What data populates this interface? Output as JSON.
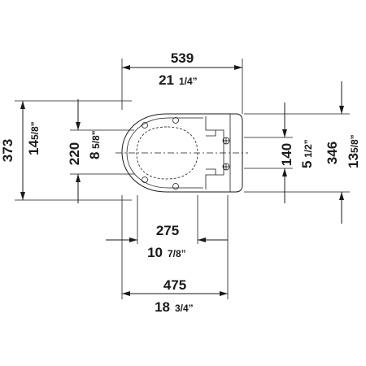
{
  "drawing": {
    "title": "",
    "dimensions": {
      "width_total": {
        "mm": "539",
        "in_whole": "21",
        "in_frac": "1/4”"
      },
      "depth_total": {
        "mm": "373",
        "in_whole": "14",
        "in_frac": "5/8”"
      },
      "depth_inner": {
        "mm": "220",
        "in_whole": "8",
        "in_frac": "5/8”"
      },
      "depth_mount": {
        "mm": "140",
        "in_whole": "5",
        "in_frac": "1/2”"
      },
      "depth_back": {
        "mm": "346",
        "in_whole": "13",
        "in_frac": "5/8”"
      },
      "seat_offset": {
        "mm": "275",
        "in_whole": "10",
        "in_frac": "7/8”"
      },
      "seat_length": {
        "mm": "475",
        "in_whole": "18",
        "in_frac": "3/4”"
      }
    },
    "colors": {
      "ink": "#1a1a1a",
      "background": "#ffffff"
    }
  }
}
